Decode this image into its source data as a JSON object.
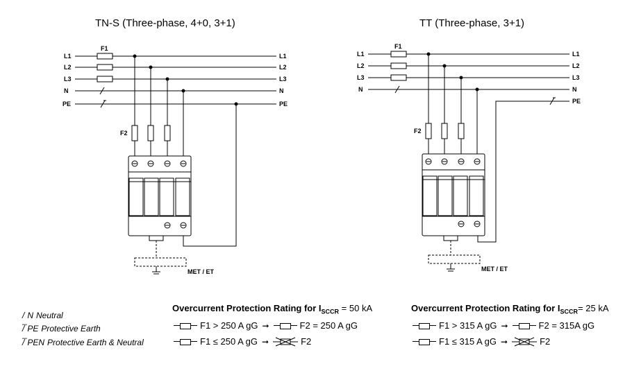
{
  "left_diagram": {
    "title": "TN-S (Three-phase, 4+0, 3+1)",
    "lines": [
      "L1",
      "L2",
      "L3",
      "N",
      "PE"
    ],
    "fuse_top_label": "F1",
    "fuse_branch_label": "F2",
    "ground_label": "MET / ET"
  },
  "right_diagram": {
    "title": "TT (Three-phase, 3+1)",
    "lines": [
      "L1",
      "L2",
      "L3",
      "N",
      "PE"
    ],
    "fuse_top_label": "F1",
    "fuse_branch_label": "F2",
    "ground_label": "MET / ET"
  },
  "legend": [
    {
      "abbr": "N",
      "text": "Neutral"
    },
    {
      "abbr": "PE",
      "text": "Protective Earth"
    },
    {
      "abbr": "PEN",
      "text": "Protective Earth & Neutral"
    }
  ],
  "rating_left": {
    "title": "Overcurrent Protection Rating for I",
    "sub": "SCCR",
    "value": " = 50 kA",
    "rule1": "F1 > 250 A gG",
    "rule1_result": "F2 = 250 A gG",
    "rule2": "F1 ≤ 250 A gG",
    "rule2_result": "F2"
  },
  "rating_right": {
    "title": "Overcurrent Protection Rating for I",
    "sub": "SCCR",
    "value": "= 25 kA",
    "rule1": "F1 > 315 A gG",
    "rule1_result": "F2 = 315A gG",
    "rule2": "F1 ≤ 315 A gG",
    "rule2_result": "F2"
  },
  "arrow": "➞"
}
